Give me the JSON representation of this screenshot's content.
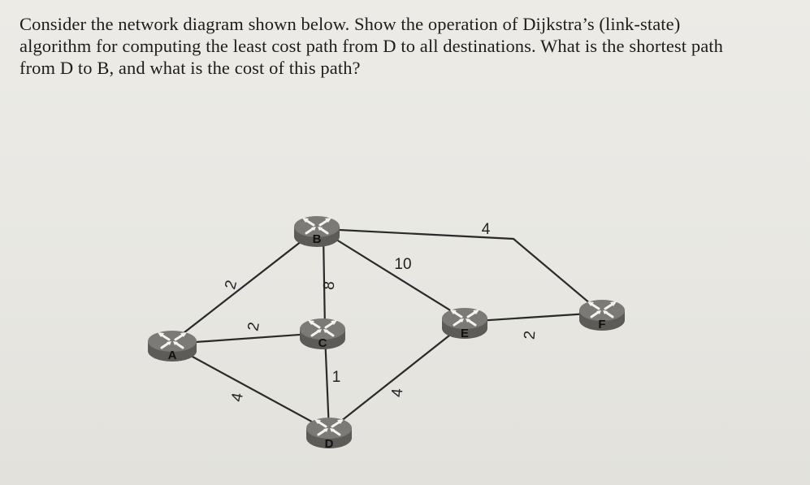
{
  "question": {
    "lines": [
      "Consider the network diagram shown below. Show the operation of Dijkstra’s (link-state)",
      "algorithm for computing the least cost path from D to all destinations. What is the shortest path",
      "from D to B, and what is the cost of this path?"
    ]
  },
  "network": {
    "routers": {
      "A": "A",
      "B": "B",
      "C": "C",
      "D": "D",
      "E": "E",
      "F": "F"
    },
    "links": [
      {
        "from": "A",
        "to": "B",
        "cost": "2"
      },
      {
        "from": "A",
        "to": "C",
        "cost": "2"
      },
      {
        "from": "A",
        "to": "D",
        "cost": "4"
      },
      {
        "from": "B",
        "to": "C",
        "cost": "8"
      },
      {
        "from": "B",
        "to": "E",
        "cost": "10"
      },
      {
        "from": "B",
        "to": "F",
        "cost": "4"
      },
      {
        "from": "C",
        "to": "D",
        "cost": "1"
      },
      {
        "from": "D",
        "to": "E",
        "cost": "4"
      },
      {
        "from": "E",
        "to": "F",
        "cost": "2"
      }
    ]
  },
  "colors": {
    "router_top": "#7c7a76",
    "router_side": "#5d5b57",
    "router_icon": "#f4f3ef"
  }
}
